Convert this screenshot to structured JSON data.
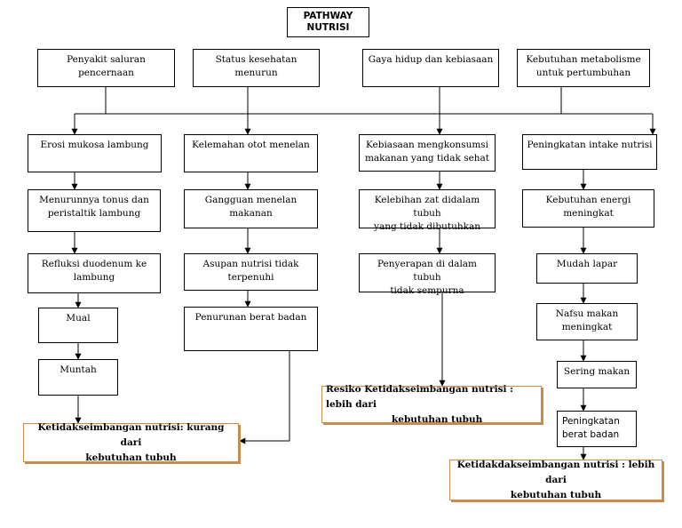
{
  "title": [
    "PATHWAY",
    "NUTRISI"
  ],
  "columns": [
    {
      "header": [
        "Penyakit saluran pencernaan"
      ],
      "steps": [
        [
          "Erosi mukosa lambung"
        ],
        [
          "Menurunnya tonus dan",
          "peristaltik lambung"
        ],
        [
          "Refluksi duodenum ke",
          "lambung"
        ],
        [
          "Mual"
        ],
        [
          "Muntah"
        ]
      ]
    },
    {
      "header": [
        "Status kesehatan menurun"
      ],
      "steps": [
        [
          "Kelemahan otot menelan"
        ],
        [
          "Gangguan menelan makanan"
        ],
        [
          "Asupan nutrisi tidak terpenuhi"
        ],
        [
          "Penurunan berat badan"
        ]
      ]
    },
    {
      "header": [
        "Gaya hidup dan kebiasaan"
      ],
      "steps": [
        [
          "Kebiasaan mengkonsumsi",
          "makanan yang tidak sehat"
        ],
        [
          "Kelebihan zat didalam tubuh",
          "yang tidak dibutuhkan"
        ],
        [
          "Penyerapan di dalam tubuh",
          "tidak sempurna"
        ]
      ]
    },
    {
      "header": [
        "Kebutuhan metabolisme",
        "untuk pertumbuhan"
      ],
      "steps": [
        [
          "Peningkatan intake nutrisi"
        ],
        [
          "Kebutuhan energi",
          "meningkat"
        ],
        [
          "Mudah lapar"
        ],
        [
          "Nafsu makan",
          "meningkat"
        ],
        [
          "Sering makan"
        ],
        [
          "Peningkatan",
          "berat badan"
        ]
      ]
    }
  ],
  "outcomes": {
    "kurang": [
      "Ketidakseimbangan nutrisi: kurang dari",
      "kebutuhan tubuh"
    ],
    "resiko": [
      "Resiko Ketidakseimbangan nutrisi : lebih dari",
      "kebutuhan tubuh"
    ],
    "lebih": [
      "Ketidakdakseimbangan nutrisi : lebih dari",
      "kebutuhan tubuh"
    ]
  }
}
